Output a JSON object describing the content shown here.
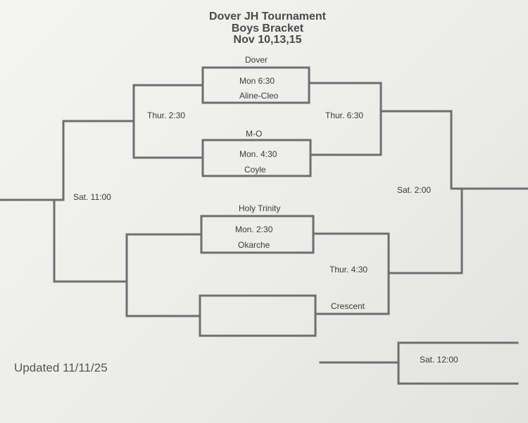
{
  "title": {
    "line1": "Dover JH Tournament",
    "line2": "Boys Bracket",
    "line3": "Nov 10,13,15"
  },
  "teams": {
    "dover": "Dover",
    "aline_cleo": "Aline-Cleo",
    "m_o": "M-O",
    "coyle": "Coyle",
    "holy_trinity": "Holy Trinity",
    "okarche": "Okarche",
    "crescent": "Crescent"
  },
  "games": {
    "mon_630": "Mon 6:30",
    "mon_430": "Mon. 4:30",
    "mon_230": "Mon. 2:30",
    "thur_230": "Thur. 2:30",
    "thur_630": "Thur. 6:30",
    "thur_430": "Thur. 4:30",
    "sat_1100": "Sat. 11:00",
    "sat_200": "Sat. 2:00",
    "sat_1200": "Sat. 12:00"
  },
  "updated": "Updated 11/11/25",
  "line_color": "#6e6e6e"
}
